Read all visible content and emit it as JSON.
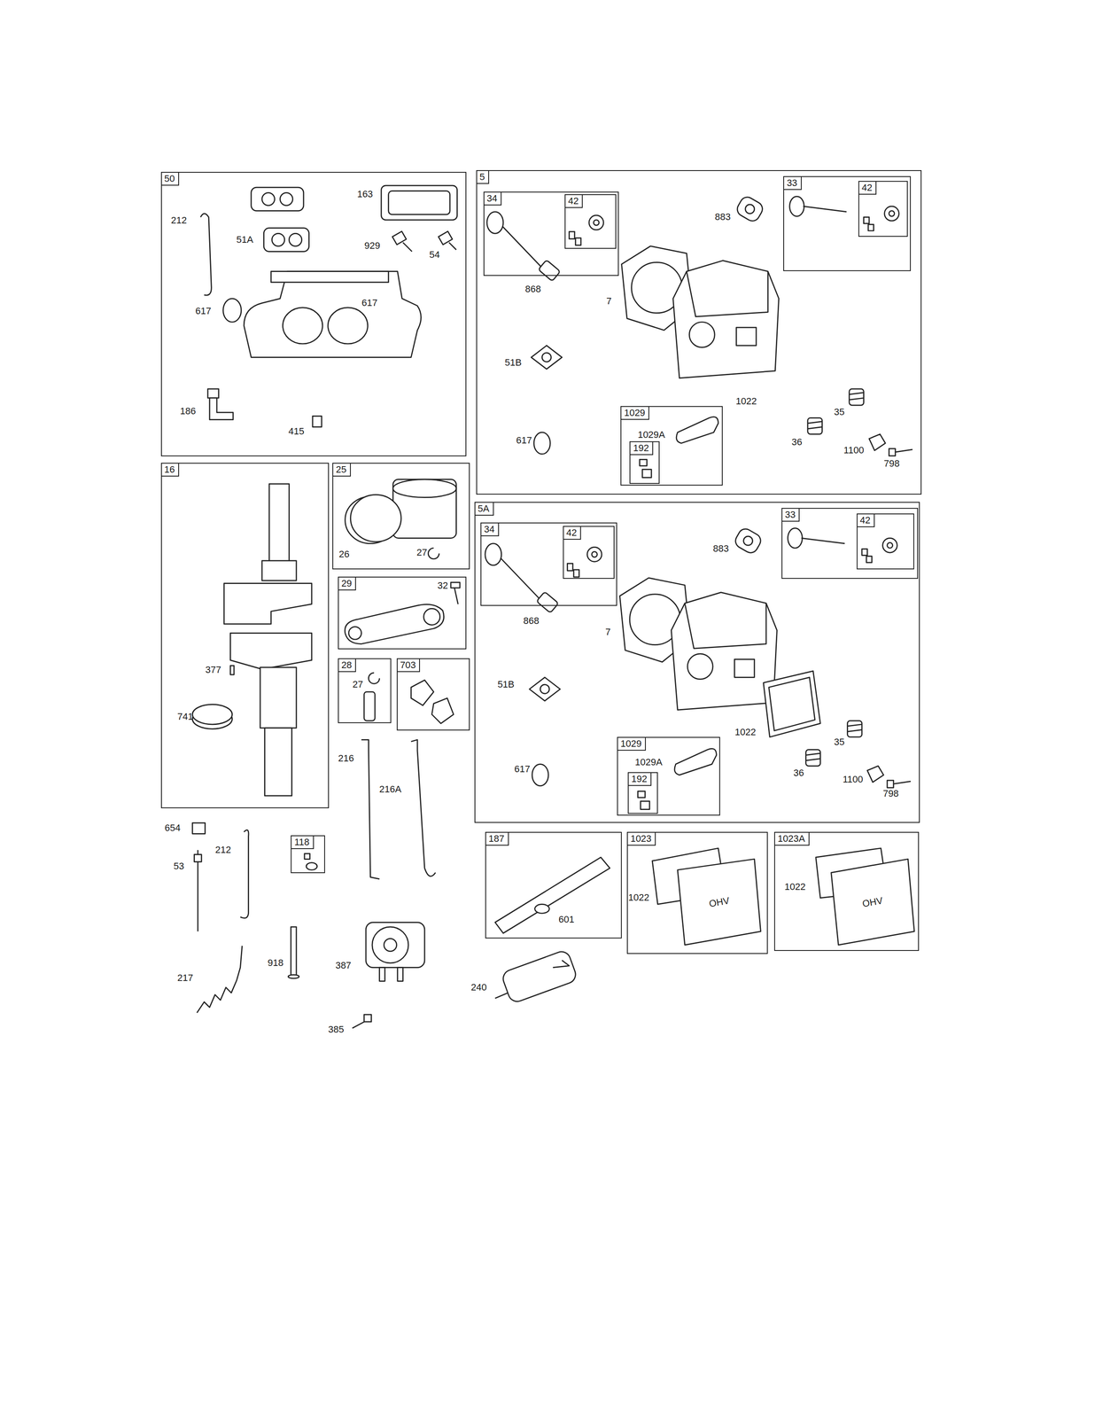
{
  "diagram": {
    "nodes": [
      {
        "text": [
          "50"
        ]
      },
      {
        "text": [
          "5"
        ]
      },
      {
        "text": [
          "34"
        ],
        "in": 1
      },
      {
        "text": [
          "42"
        ],
        "in": 2
      },
      {
        "text": [
          "33"
        ],
        "in": 1
      },
      {
        "text": [
          "42"
        ],
        "in": 4
      },
      {
        "text": [
          "1029"
        ],
        "in": 1
      },
      {
        "text": [
          "192"
        ],
        "in": 6
      },
      {
        "text": [
          "16"
        ]
      },
      {
        "text": [
          "25"
        ]
      },
      {
        "text": [
          "29"
        ]
      },
      {
        "text": [
          "28"
        ]
      },
      {
        "text": [
          "703"
        ]
      },
      {
        "text": [
          "5A"
        ]
      },
      {
        "text": [
          "34"
        ],
        "in": 13
      },
      {
        "text": [
          "42"
        ],
        "in": 14
      },
      {
        "text": [
          "33"
        ],
        "in": 13
      },
      {
        "text": [
          "42"
        ],
        "in": 16
      },
      {
        "text": [
          "1029"
        ],
        "in": 13
      },
      {
        "text": [
          "192"
        ],
        "in": 18
      },
      {
        "text": [
          "118"
        ]
      },
      {
        "text": [
          "187"
        ]
      },
      {
        "text": [
          "1023"
        ]
      },
      {
        "text": [
          "1023A"
        ]
      }
    ],
    "labels": [
      "212",
      "51A",
      "163",
      "929",
      "54",
      "617",
      "617",
      "186",
      "415",
      "883",
      "868",
      "7",
      "51B",
      "1022",
      "35",
      "36",
      "1100",
      "798",
      "617",
      "1029A",
      "377",
      "741",
      "26",
      "27",
      "32",
      "27",
      "883",
      "868",
      "7",
      "51B",
      "1022",
      "35",
      "36",
      "1100",
      "798",
      "617",
      "1029A",
      "216",
      "216A",
      "654",
      "212",
      "53",
      "217",
      "918",
      "387",
      "385",
      "240",
      "601",
      "1022",
      "1022",
      "OHV",
      "OHV"
    ]
  }
}
